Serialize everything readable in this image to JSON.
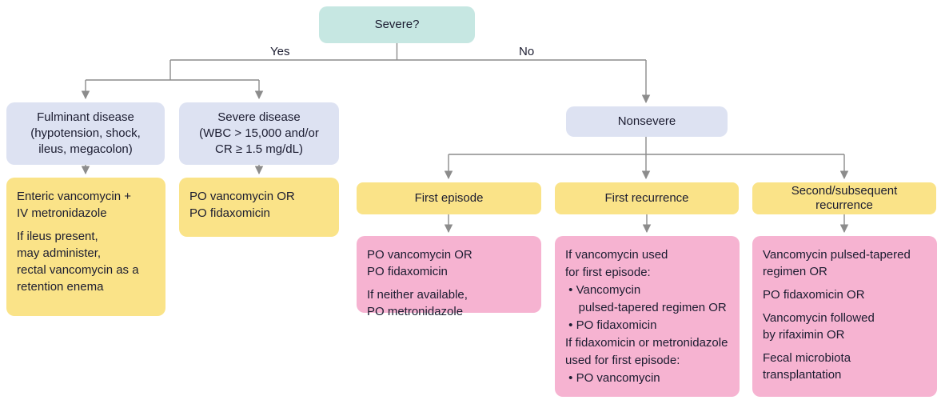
{
  "diagram": {
    "kind": "treatment-decision-flowchart",
    "root_question": "Severe?",
    "edges": {
      "yes": "Yes",
      "no": "No"
    },
    "colors": {
      "root": "#c6e7e2",
      "category": "#dde2f2",
      "episode_header": "#fae388",
      "treatment": "#fae388",
      "recurrence_treatment": "#f6b3d1",
      "connector": "#8c8c8c",
      "text": "#1b1c30"
    },
    "nodes": {
      "root": {
        "label": "Severe?"
      },
      "fulminant": {
        "label": "Fulminant disease\n(hypotension, shock,\nileus, megacolon)"
      },
      "severe_disease": {
        "label": "Severe disease\n(WBC > 15,000 and/or\nCR ≥ 1.5 mg/dL)"
      },
      "nonsevere": {
        "label": "Nonsevere"
      },
      "fulminant_rx": {
        "paragraphs": [
          "Enteric vancomycin +\nIV metronidazole",
          "If ileus present,\nmay administer,\nrectal vancomycin as a\nretention enema"
        ]
      },
      "severe_rx": {
        "paragraphs": [
          "PO vancomycin OR\nPO fidaxomicin"
        ]
      },
      "first_episode": {
        "label": "First episode"
      },
      "first_recurrence": {
        "label": "First recurrence"
      },
      "second_recurrence": {
        "label": "Second/subsequent\nrecurrence"
      },
      "first_episode_rx": {
        "paragraphs": [
          "PO vancomycin OR\nPO fidaxomicin",
          "If neither available,\nPO metronidazole"
        ]
      },
      "first_recurrence_rx": {
        "paragraphs": [
          "If vancomycin used\nfor first episode:\n • Vancomycin\n    pulsed-tapered regimen OR\n • PO fidaxomicin\nIf fidaxomicin or metronidazole\nused for first episode:\n • PO vancomycin"
        ]
      },
      "second_recurrence_rx": {
        "paragraphs": [
          "Vancomycin pulsed-tapered\nregimen OR",
          "PO fidaxomicin OR",
          "Vancomycin followed\nby rifaximin OR",
          "Fecal microbiota\ntransplantation"
        ]
      }
    }
  }
}
